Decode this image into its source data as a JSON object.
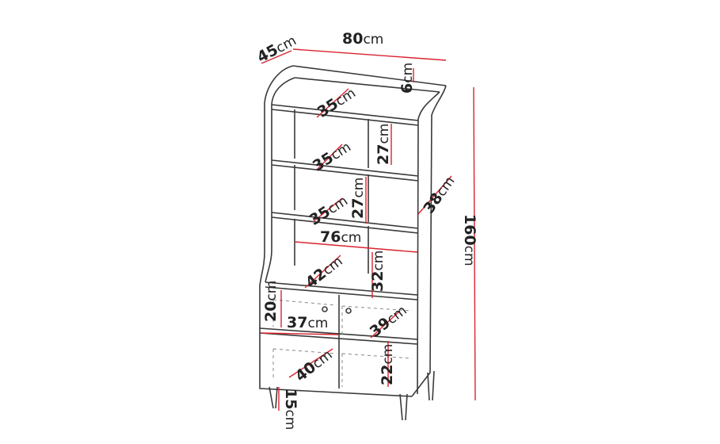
{
  "dimensions": {
    "depth": {
      "value": "45",
      "unit": "cm"
    },
    "width": {
      "value": "80",
      "unit": "cm"
    },
    "height": {
      "value": "160",
      "unit": "cm"
    },
    "top_gap": {
      "value": "6",
      "unit": "cm"
    },
    "shelf1_depth": {
      "value": "35",
      "unit": "cm"
    },
    "shelf2_depth": {
      "value": "35",
      "unit": "cm"
    },
    "shelf3_depth": {
      "value": "35",
      "unit": "cm"
    },
    "shelf1_height": {
      "value": "27",
      "unit": "cm"
    },
    "shelf2_height": {
      "value": "27",
      "unit": "cm"
    },
    "side_depth": {
      "value": "38",
      "unit": "cm"
    },
    "inner_width": {
      "value": "76",
      "unit": "cm"
    },
    "open_depth": {
      "value": "42",
      "unit": "cm"
    },
    "open_height": {
      "value": "32",
      "unit": "cm"
    },
    "drawer_height": {
      "value": "20",
      "unit": "cm"
    },
    "drawer_width": {
      "value": "37",
      "unit": "cm"
    },
    "drawer_depth": {
      "value": "39",
      "unit": "cm"
    },
    "bottom_depth": {
      "value": "40",
      "unit": "cm"
    },
    "bottom_height": {
      "value": "22",
      "unit": "cm"
    },
    "leg_height": {
      "value": "15",
      "unit": "cm"
    }
  },
  "colors": {
    "outline": "#3a3a3a",
    "dimension_line": "#d9232e",
    "text": "#222222"
  }
}
